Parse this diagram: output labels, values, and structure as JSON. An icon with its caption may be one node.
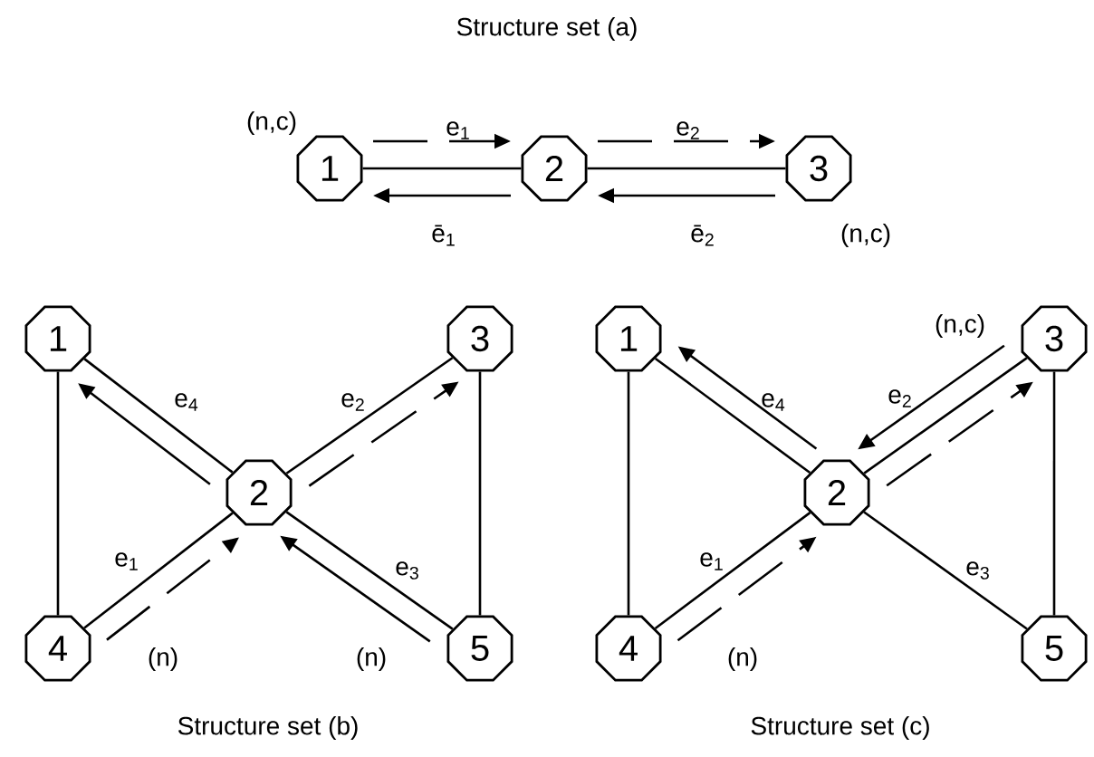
{
  "diagram": {
    "title": "Structure set (a)",
    "nodes": [
      {
        "text": [
          "1"
        ]
      },
      {
        "text": [
          "2"
        ]
      },
      {
        "text": [
          "3"
        ]
      },
      {
        "text": [
          "1"
        ]
      },
      {
        "text": [
          "3"
        ]
      },
      {
        "text": [
          "2"
        ]
      },
      {
        "text": [
          "4"
        ]
      },
      {
        "text": [
          "5"
        ]
      },
      {
        "text": [
          "1"
        ]
      },
      {
        "text": [
          "3"
        ]
      },
      {
        "text": [
          "2"
        ]
      },
      {
        "text": [
          "4"
        ]
      },
      {
        "text": [
          "5"
        ]
      }
    ],
    "edges": [
      {
        "from": 0,
        "to": 1,
        "arrow": "none"
      },
      {
        "from": 1,
        "to": 2,
        "arrow": "none"
      },
      {
        "from": 0,
        "to": 1,
        "arrow": "to",
        "style": "dashed",
        "label": "e$_{1}$"
      },
      {
        "from": 1,
        "to": 2,
        "arrow": "to",
        "style": "dashed",
        "label": "e$_{2}$"
      },
      {
        "from": 1,
        "to": 0,
        "arrow": "to",
        "label": "ē$_{1}$"
      },
      {
        "from": 2,
        "to": 1,
        "arrow": "to",
        "label": "ē$_{2}$"
      },
      {
        "from": 3,
        "to": 6,
        "arrow": "none"
      },
      {
        "from": 4,
        "to": 7,
        "arrow": "none"
      },
      {
        "from": 3,
        "to": 5,
        "arrow": "none",
        "label": "e$_{4}$"
      },
      {
        "from": 5,
        "to": 4,
        "arrow": "none",
        "label": "e$_{2}$"
      },
      {
        "from": 6,
        "to": 5,
        "arrow": "none",
        "label": "e$_{1}$"
      },
      {
        "from": 5,
        "to": 7,
        "arrow": "none",
        "label": "e$_{3}$"
      },
      {
        "from": 5,
        "to": 3,
        "arrow": "to"
      },
      {
        "from": 5,
        "to": 4,
        "arrow": "to",
        "style": "dashed"
      },
      {
        "from": 6,
        "to": 5,
        "arrow": "to",
        "style": "dashed"
      },
      {
        "from": 7,
        "to": 5,
        "arrow": "to"
      },
      {
        "from": 8,
        "to": 11,
        "arrow": "none"
      },
      {
        "from": 9,
        "to": 12,
        "arrow": "none"
      },
      {
        "from": 8,
        "to": 10,
        "arrow": "none"
      },
      {
        "from": 10,
        "to": 9,
        "arrow": "none"
      },
      {
        "from": 11,
        "to": 10,
        "arrow": "none",
        "label": "e$_{1}$"
      },
      {
        "from": 10,
        "to": 12,
        "arrow": "none",
        "label": "e$_{3}$"
      },
      {
        "from": 10,
        "to": 8,
        "arrow": "to",
        "label": "e$_{4}$"
      },
      {
        "from": 9,
        "to": 10,
        "arrow": "to",
        "label": "e$_{2}$"
      },
      {
        "from": 10,
        "to": 9,
        "arrow": "to",
        "style": "dashed"
      },
      {
        "from": 11,
        "to": 10,
        "arrow": "to",
        "style": "dashed"
      }
    ],
    "labels": [
      "(n,c)",
      "(n,c)",
      "(n,c)",
      "(n)",
      "(n)",
      "(n)",
      "Structure set (b)",
      "Structure set (c)"
    ]
  }
}
